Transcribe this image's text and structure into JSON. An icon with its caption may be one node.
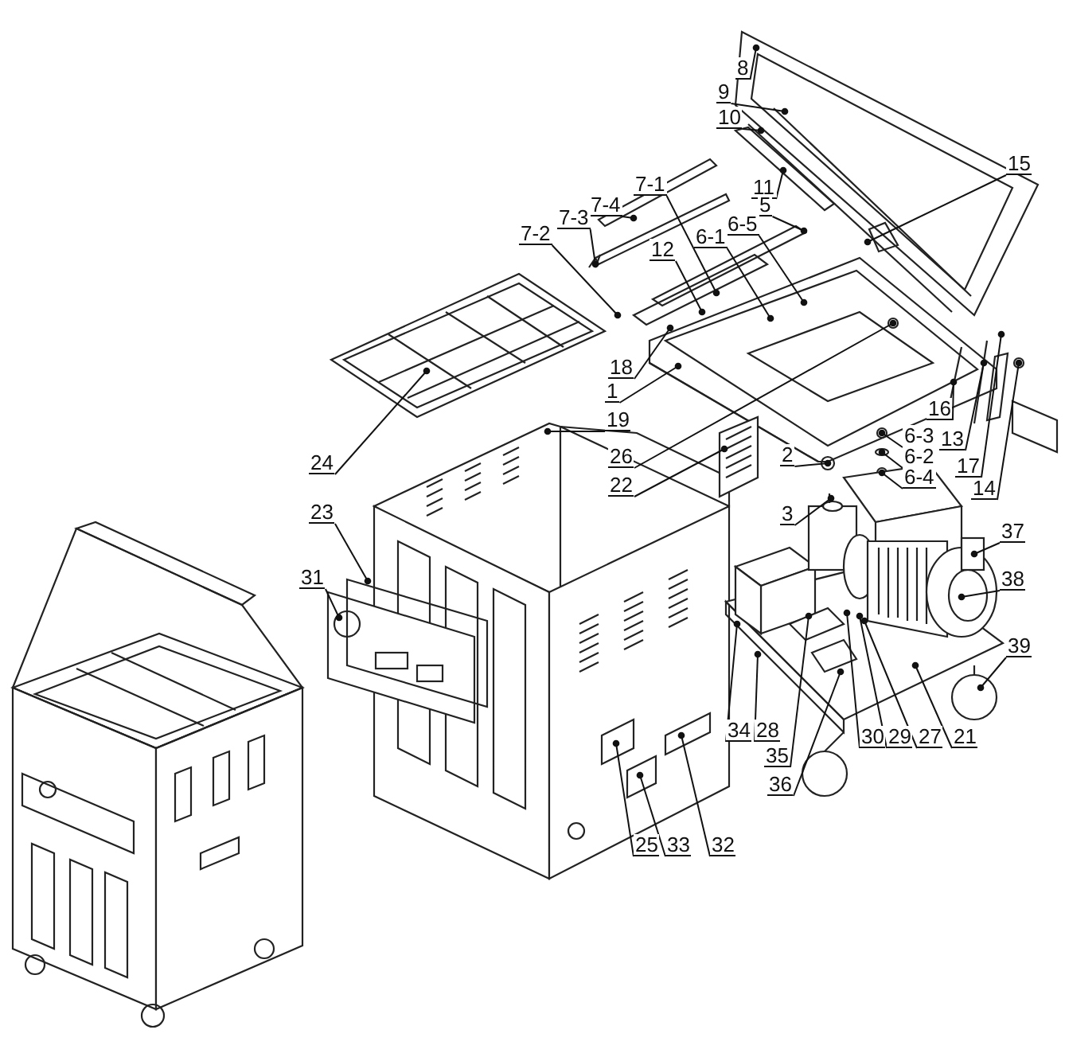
{
  "diagram": {
    "nodes": [
      {
        "text": [
          "8"
        ]
      },
      {
        "text": [
          "9"
        ]
      },
      {
        "text": [
          "10"
        ]
      },
      {
        "text": [
          "11"
        ]
      },
      {
        "text": [
          "15"
        ]
      },
      {
        "text": [
          "7-4"
        ]
      },
      {
        "text": [
          "7-1"
        ]
      },
      {
        "text": [
          "7-3"
        ]
      },
      {
        "text": [
          "5"
        ]
      },
      {
        "text": [
          "6-5"
        ]
      },
      {
        "text": [
          "6-1"
        ]
      },
      {
        "text": [
          "7-2"
        ]
      },
      {
        "text": [
          "12"
        ]
      },
      {
        "text": [
          "18"
        ]
      },
      {
        "text": [
          "1"
        ]
      },
      {
        "text": [
          "19"
        ]
      },
      {
        "text": [
          "26"
        ]
      },
      {
        "text": [
          "22"
        ]
      },
      {
        "text": [
          "2"
        ]
      },
      {
        "text": [
          "16"
        ]
      },
      {
        "text": [
          "13"
        ]
      },
      {
        "text": [
          "17"
        ]
      },
      {
        "text": [
          "14"
        ]
      },
      {
        "text": [
          "6-3"
        ]
      },
      {
        "text": [
          "6-2"
        ]
      },
      {
        "text": [
          "6-4"
        ]
      },
      {
        "text": [
          "24"
        ]
      },
      {
        "text": [
          "23"
        ]
      },
      {
        "text": [
          "31"
        ]
      },
      {
        "text": [
          "3"
        ]
      },
      {
        "text": [
          "37"
        ]
      },
      {
        "text": [
          "38"
        ]
      },
      {
        "text": [
          "39"
        ]
      },
      {
        "text": [
          "34"
        ]
      },
      {
        "text": [
          "28"
        ]
      },
      {
        "text": [
          "35"
        ]
      },
      {
        "text": [
          "36"
        ]
      },
      {
        "text": [
          "30"
        ]
      },
      {
        "text": [
          "29"
        ]
      },
      {
        "text": [
          "27"
        ]
      },
      {
        "text": [
          "21"
        ]
      },
      {
        "text": [
          "25"
        ]
      },
      {
        "text": [
          "33"
        ]
      },
      {
        "text": [
          "32"
        ]
      }
    ],
    "edges": [
      {
        "from": 0,
        "to": null,
        "arrow": "other"
      },
      {
        "from": 1,
        "to": null,
        "arrow": "other"
      },
      {
        "from": 2,
        "to": null,
        "arrow": "other"
      },
      {
        "from": 3,
        "to": null,
        "arrow": "other"
      },
      {
        "from": 4,
        "to": null,
        "arrow": "other"
      },
      {
        "from": 5,
        "to": null,
        "arrow": "other"
      },
      {
        "from": 6,
        "to": null,
        "arrow": "other"
      },
      {
        "from": 7,
        "to": null,
        "arrow": "other"
      },
      {
        "from": 8,
        "to": null,
        "arrow": "other"
      },
      {
        "from": 9,
        "to": null,
        "arrow": "other"
      },
      {
        "from": 10,
        "to": null,
        "arrow": "other"
      },
      {
        "from": 11,
        "to": null,
        "arrow": "other"
      },
      {
        "from": 12,
        "to": null,
        "arrow": "other"
      },
      {
        "from": 13,
        "to": null,
        "arrow": "other"
      },
      {
        "from": 14,
        "to": null,
        "arrow": "other"
      },
      {
        "from": 15,
        "to": null,
        "arrow": "other"
      },
      {
        "from": 16,
        "to": null,
        "arrow": "other"
      },
      {
        "from": 17,
        "to": null,
        "arrow": "other"
      },
      {
        "from": 18,
        "to": null,
        "arrow": "other"
      },
      {
        "from": 19,
        "to": null,
        "arrow": "other"
      },
      {
        "from": 20,
        "to": null,
        "arrow": "other"
      },
      {
        "from": 21,
        "to": null,
        "arrow": "other"
      },
      {
        "from": 22,
        "to": null,
        "arrow": "other"
      },
      {
        "from": 23,
        "to": null,
        "arrow": "other"
      },
      {
        "from": 24,
        "to": null,
        "arrow": "other"
      },
      {
        "from": 25,
        "to": null,
        "arrow": "other"
      },
      {
        "from": 26,
        "to": null,
        "arrow": "other"
      },
      {
        "from": 27,
        "to": null,
        "arrow": "other"
      },
      {
        "from": 28,
        "to": null,
        "arrow": "other"
      },
      {
        "from": 29,
        "to": null,
        "arrow": "other"
      },
      {
        "from": 30,
        "to": null,
        "arrow": "other"
      },
      {
        "from": 31,
        "to": null,
        "arrow": "other"
      },
      {
        "from": 32,
        "to": null,
        "arrow": "other"
      },
      {
        "from": 33,
        "to": null,
        "arrow": "other"
      },
      {
        "from": 34,
        "to": null,
        "arrow": "other"
      },
      {
        "from": 35,
        "to": null,
        "arrow": "other"
      },
      {
        "from": 36,
        "to": null,
        "arrow": "other"
      },
      {
        "from": 37,
        "to": null,
        "arrow": "other"
      },
      {
        "from": 38,
        "to": null,
        "arrow": "other"
      },
      {
        "from": 39,
        "to": null,
        "arrow": "other"
      },
      {
        "from": 40,
        "to": null,
        "arrow": "other"
      },
      {
        "from": 41,
        "to": null,
        "arrow": "other"
      },
      {
        "from": 42,
        "to": null,
        "arrow": "other"
      },
      {
        "from": 43,
        "to": null,
        "arrow": "other"
      }
    ]
  }
}
